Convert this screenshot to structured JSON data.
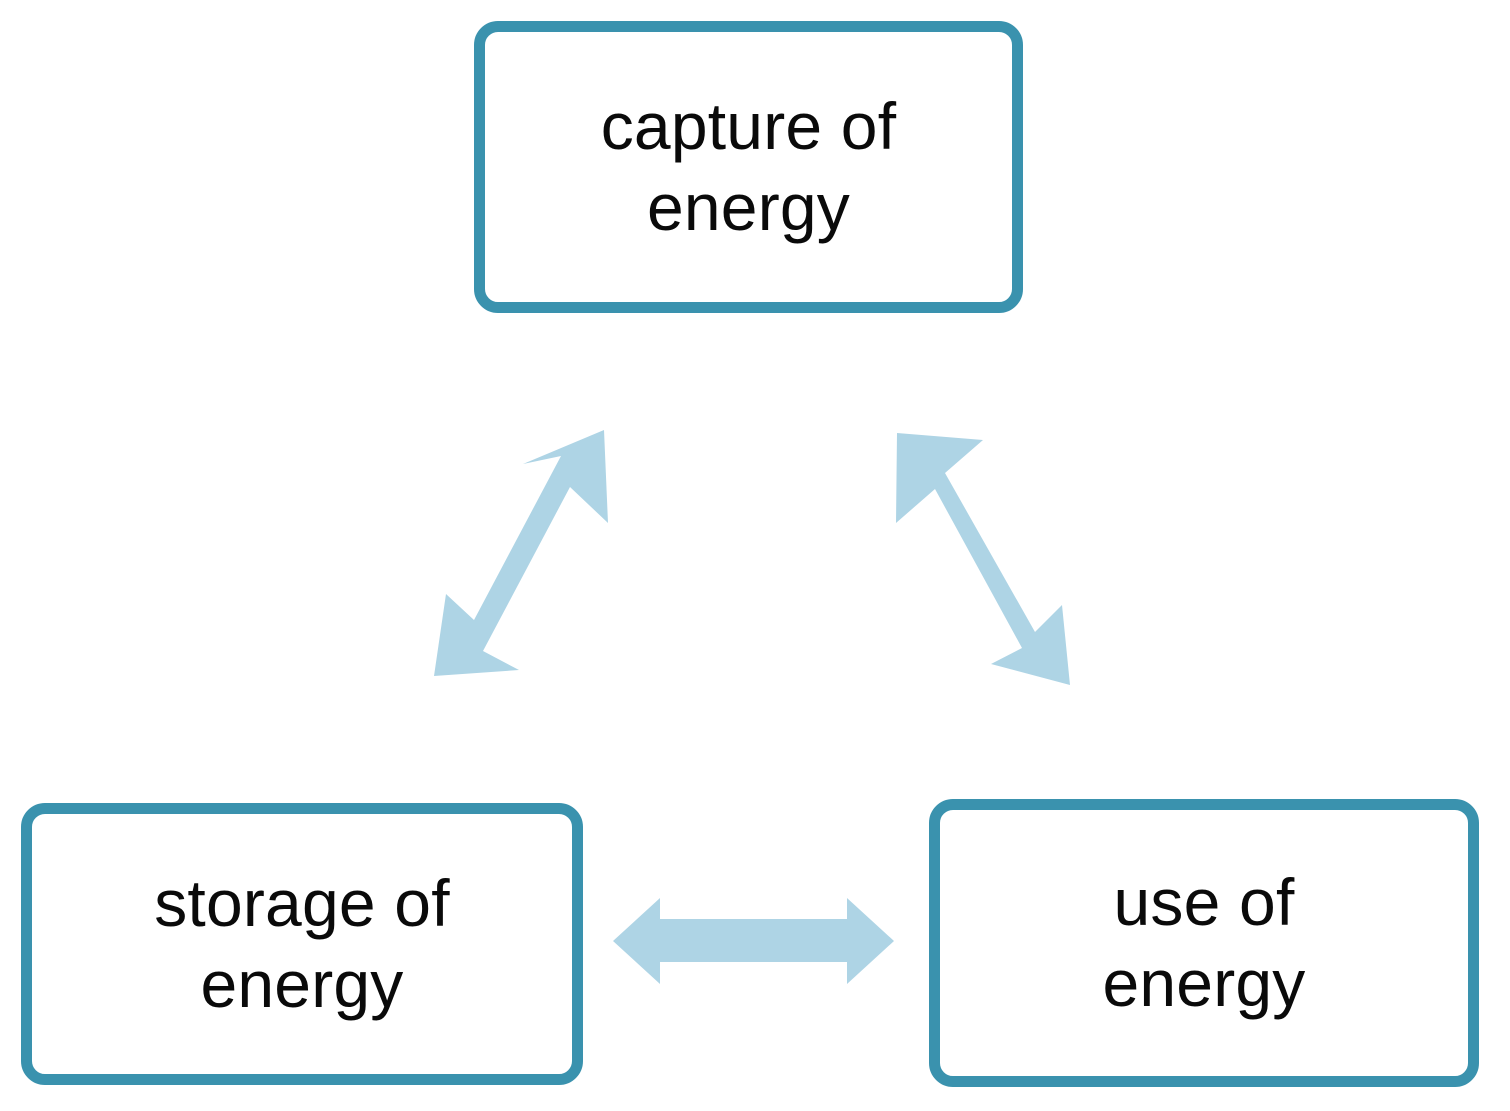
{
  "diagram": {
    "title": "energy cycle diagram",
    "background_color": "#ffffff",
    "node_border_color": "#3a92ae",
    "node_fill_color": "#ffffff",
    "node_text_color": "#0a0a0a",
    "arrow_color": "#aed4e5",
    "nodes": [
      {
        "id": "capture",
        "label": "capture of\nenergy",
        "position": "top-center"
      },
      {
        "id": "storage",
        "label": "storage of\nenergy",
        "position": "bottom-left"
      },
      {
        "id": "use",
        "label": "use of\nenergy",
        "position": "bottom-right"
      }
    ],
    "connectors": [
      {
        "id": "capture-storage",
        "from": "capture",
        "to": "storage",
        "style": "double-headed-arrow",
        "orientation": "diagonal-down-left"
      },
      {
        "id": "capture-use",
        "from": "capture",
        "to": "use",
        "style": "double-headed-arrow",
        "orientation": "diagonal-down-right"
      },
      {
        "id": "storage-use",
        "from": "storage",
        "to": "use",
        "style": "double-headed-arrow",
        "orientation": "horizontal"
      }
    ]
  }
}
